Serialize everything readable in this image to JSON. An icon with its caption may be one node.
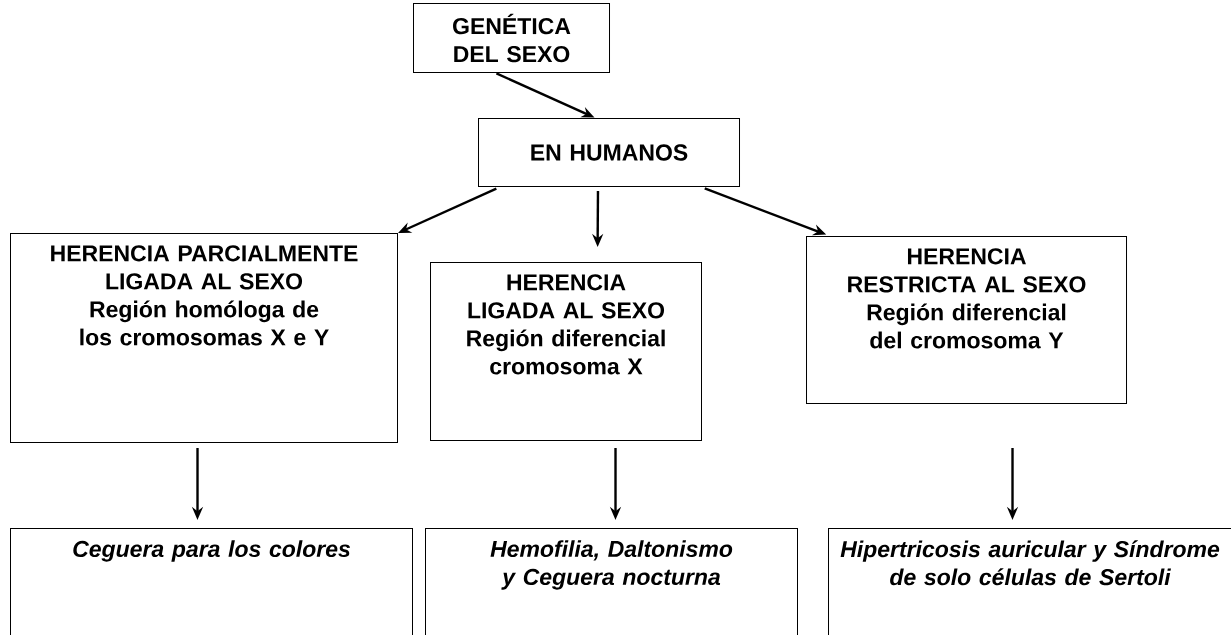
{
  "diagram": {
    "nodes": [
      {
        "text": [
          "GENÉTICA DEL SEXO"
        ]
      },
      {
        "text": [
          "EN HUMANOS"
        ]
      },
      {
        "text": [
          "HERENCIA PARCIALMENTE LIGADA AL SEXO",
          "Región homóloga de los cromosomas X e Y"
        ]
      },
      {
        "text": [
          "HERENCIA LIGADA AL SEXO",
          "Región diferencial cromosoma X"
        ]
      },
      {
        "text": [
          "HERENCIA RESTRICTA AL SEXO",
          "Región diferencial del cromosoma Y"
        ]
      },
      {
        "text": [
          "Ceguera para los colores"
        ]
      },
      {
        "text": [
          "Hemofilia, Daltonismo y Ceguera nocturna"
        ]
      },
      {
        "text": [
          "Hipertricosis auricular y Síndrome de solo células de Sertoli"
        ]
      }
    ],
    "edges": [
      {
        "from": 0,
        "to": 1,
        "arrow": "to"
      },
      {
        "from": 1,
        "to": 2,
        "arrow": "to"
      },
      {
        "from": 1,
        "to": 3,
        "arrow": "to"
      },
      {
        "from": 1,
        "to": 4,
        "arrow": "to"
      },
      {
        "from": 2,
        "to": 5,
        "arrow": "to"
      },
      {
        "from": 3,
        "to": 6,
        "arrow": "to"
      },
      {
        "from": 4,
        "to": 7,
        "arrow": "to"
      }
    ]
  }
}
